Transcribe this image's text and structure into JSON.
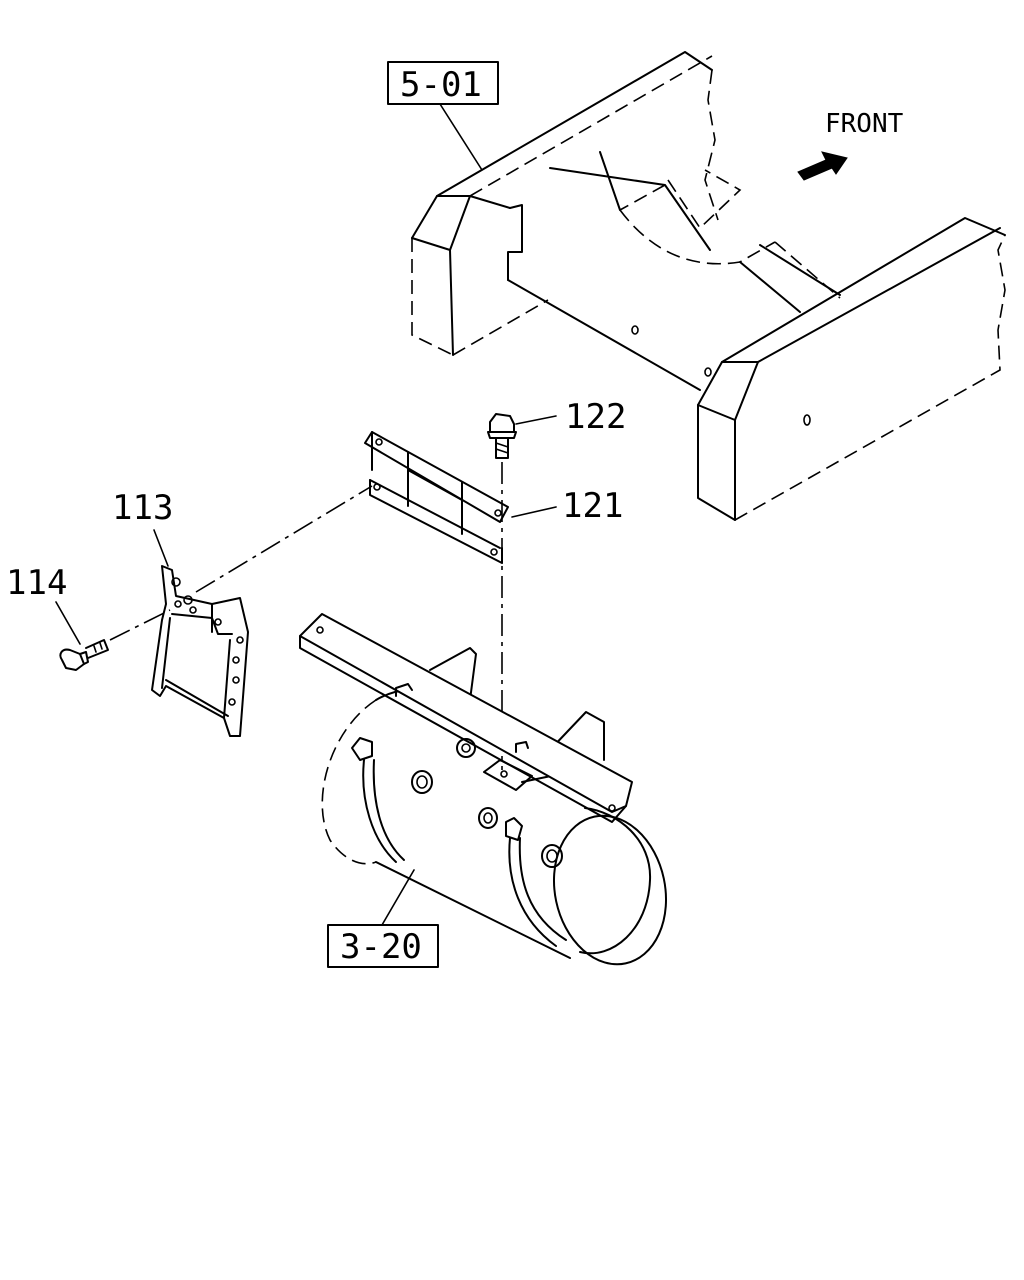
{
  "labels": {
    "front": "FRONT",
    "frame_ref": "5-01",
    "tank_ref": "3-20",
    "part_113": "113",
    "part_114": "114",
    "part_121": "121",
    "part_122": "122"
  }
}
